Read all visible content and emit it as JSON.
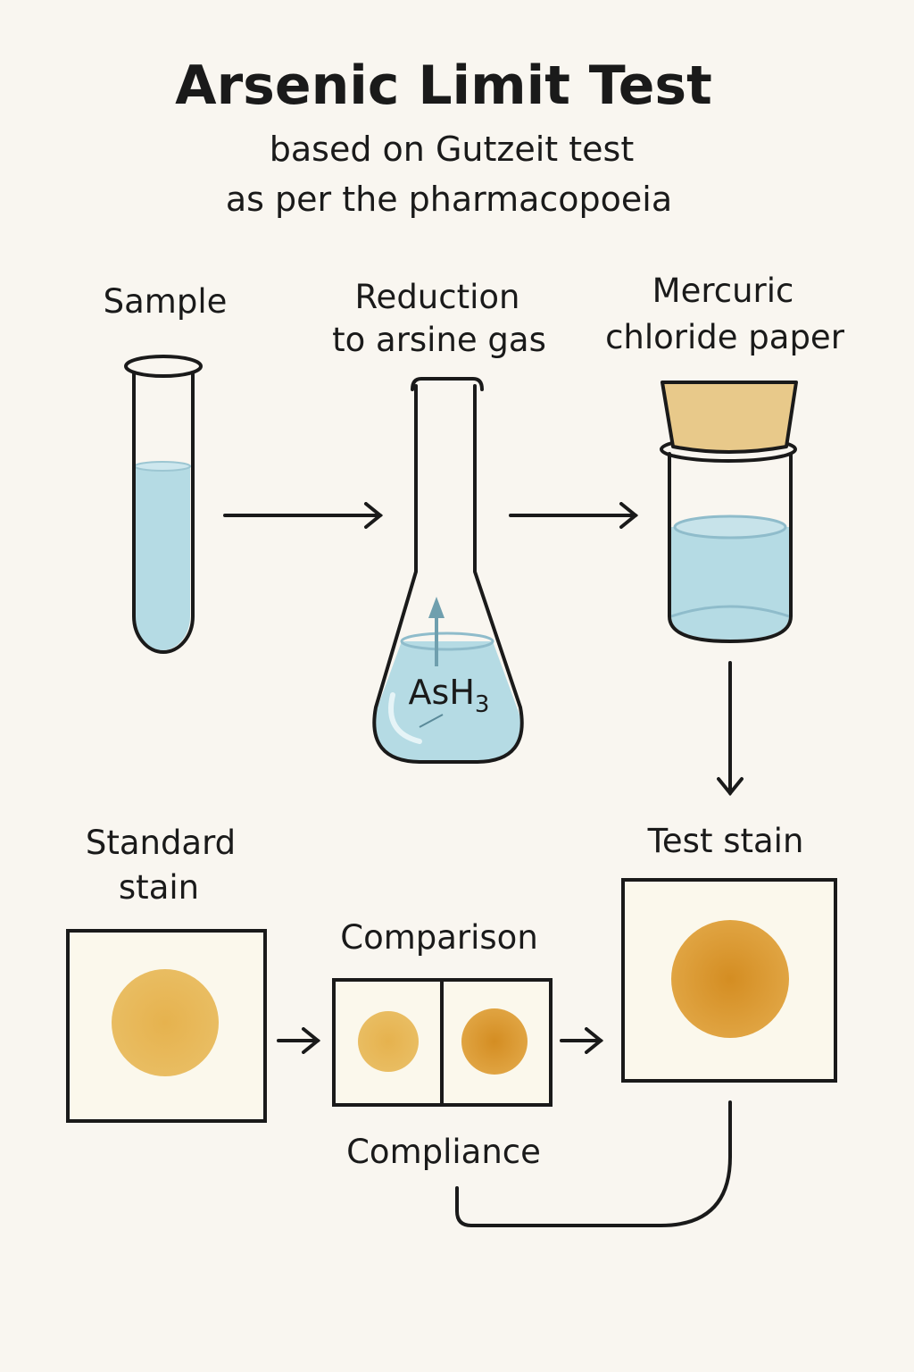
{
  "title": "Arsenic Limit Test",
  "subtitle": [
    "based on Gutzeit test",
    "as per the pharmacopoeia"
  ],
  "steps": {
    "sample": "Sample",
    "reduction": [
      "Reduction",
      "to arsine gas"
    ],
    "mercuric": [
      "Mercuric",
      "chloride paper"
    ],
    "gas_formula": "AsH",
    "gas_subscript": "3",
    "standard": [
      "Standard",
      "stain"
    ],
    "comparison": "Comparison",
    "test": "Test stain",
    "compliance": "Compliance"
  },
  "colors": {
    "background": "#f9f6f0",
    "liquid": "#b5dbe4",
    "stopper": "#e8c98a",
    "stain_light": "#e8b95a",
    "stain_dark": "#d9962e",
    "paper": "#fbf8ec"
  }
}
